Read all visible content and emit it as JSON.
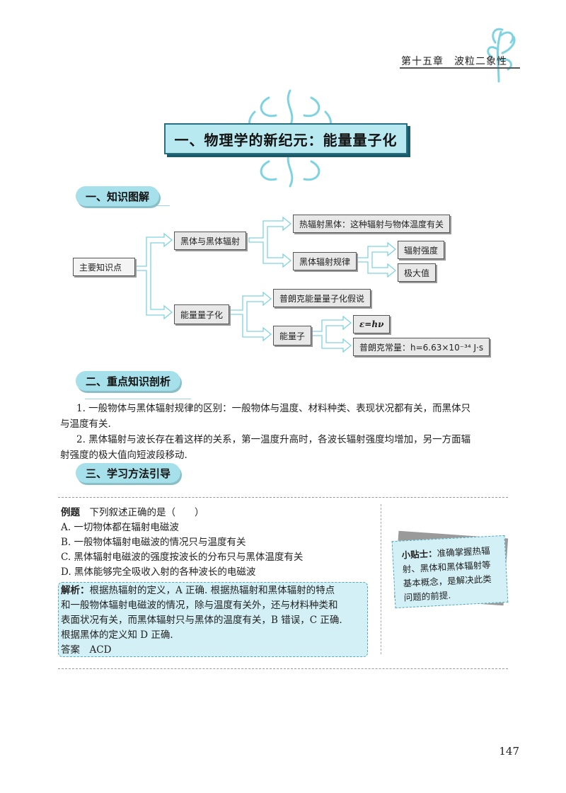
{
  "chapter": "第十五章　波粒二象性",
  "title": "一、物理学的新纪元：能量量子化",
  "sections": {
    "s1": "一、知识图解",
    "s2": "二、重点知识剖析",
    "s3": "三、学习方法引导"
  },
  "mindmap": {
    "root": "主要知识点",
    "a": "黑体与黑体辐射",
    "a1": "热辐射黑体：这种辐射与物体温度有关",
    "a2": "黑体辐射规律",
    "a2a": "辐射强度",
    "a2b": "极大值",
    "b": "能量量子化",
    "b1": "普朗克能量量子化假说",
    "b2": "能量子",
    "b2a": "ε=hν",
    "b2b": "普朗克常量：h=6.63×10⁻³⁴ J·s"
  },
  "key_points": [
    "1. 一般物体与黑体辐射规律的区别：一般物体与温度、材料种类、表现状况都有关，而黑体只",
    "与温度有关.",
    "2. 黑体辐射与波长存在着这样的关系，第一温度升高时，各波长辐射强度均增加，另一方面辐",
    "射强度的极大值向短波段移动."
  ],
  "example": {
    "label": "例题",
    "question": "下列叙述正确的是（　　）",
    "options": [
      "A. 一切物体都在辐射电磁波",
      "B. 一般物体辐射电磁波的情况只与温度有关",
      "C. 黑体辐射电磁波的强度按波长的分布只与黑体温度有关",
      "D. 黑体能够完全吸收入射的各种波长的电磁波"
    ],
    "analysis_label": "解析：",
    "analysis_lines": [
      "根据热辐射的定义，A 正确. 根据热辐射和黑体辐射的特点",
      "和一般物体辐射电磁波的情况，除与温度有关外，还与材料种类和",
      "表面状况有关，而黑体辐射只与黑体的温度有关，B 错误，C 正确.",
      "根据黑体的定义知 D 正确."
    ],
    "answer_label": "答案",
    "answer": "ACD"
  },
  "tip": {
    "label": "小贴士：",
    "text": "准确掌握热辐射、黑体和黑体辐射等基本概念，是解决此类问题的前提."
  },
  "page_number": "147",
  "colors": {
    "accent": "#a6e0ea",
    "dark": "#2a6f80",
    "ornament": "#7fd3e0"
  }
}
